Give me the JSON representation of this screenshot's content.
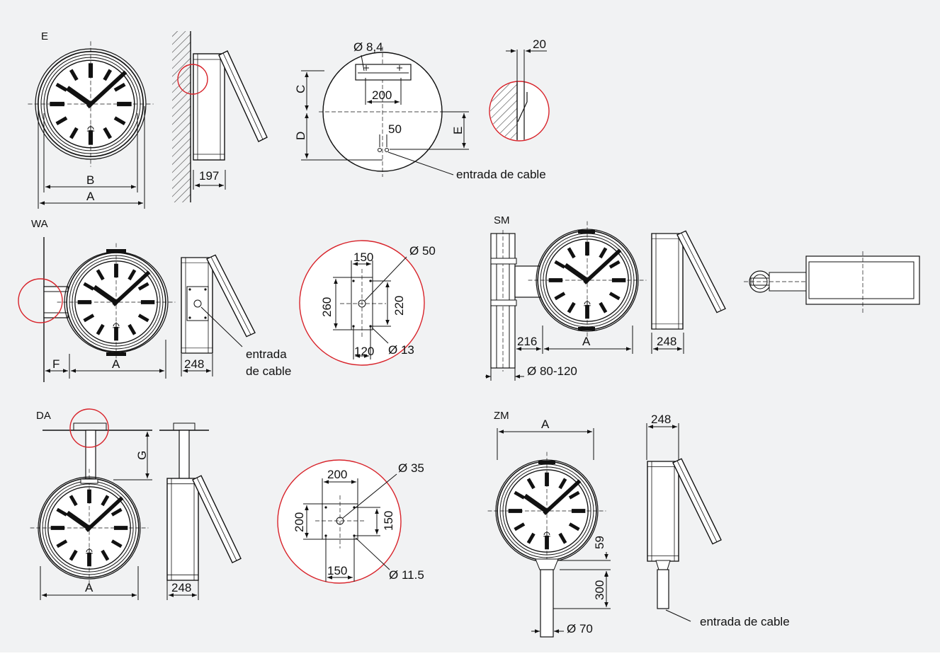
{
  "colors": {
    "background": "#f1f2f3",
    "line": "#111111",
    "highlight": "#d8232a",
    "hatch": "#444444"
  },
  "sections": {
    "E": {
      "label": "E",
      "dims": {
        "B": "B",
        "A": "A",
        "depth": "197"
      },
      "mount": {
        "dia": "Ø 8,4",
        "span": "200",
        "c": "C",
        "d": "D",
        "e": "E",
        "offset": "50",
        "cable": "entrada de cable"
      },
      "detail": {
        "thickness": "20"
      }
    },
    "WA": {
      "label": "WA",
      "dims": {
        "F": "F",
        "A": "A",
        "depth": "248"
      },
      "cable": [
        "entrada",
        "de cable"
      ],
      "plate": {
        "w": "150",
        "h": "260",
        "hole": "Ø 50",
        "inner_h": "220",
        "inner_w": "120",
        "bolt": "Ø 13"
      }
    },
    "SM": {
      "label": "SM",
      "dims": {
        "arm": "216",
        "A": "A",
        "depth": "248",
        "pole": "Ø 80-120"
      }
    },
    "DA": {
      "label": "DA",
      "dims": {
        "G": "G",
        "A": "A",
        "depth": "248"
      },
      "plate": {
        "w": "200",
        "h": "200",
        "hole": "Ø 35",
        "inner_h": "150",
        "inner_w": "150",
        "bolt": "Ø 11.5"
      }
    },
    "ZM": {
      "label": "ZM",
      "dims": {
        "A": "A",
        "depth": "248",
        "h1": "59",
        "h2": "300",
        "pole": "Ø 70",
        "cable": "entrada de cable"
      }
    }
  }
}
